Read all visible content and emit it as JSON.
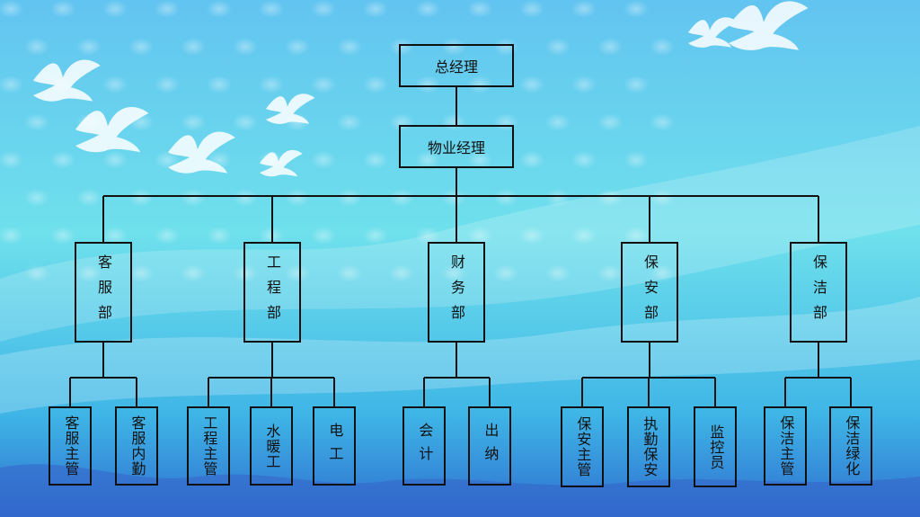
{
  "org_chart": {
    "top": "总经理",
    "second": "物业经理",
    "departments": [
      {
        "name": "客服部",
        "children": [
          "客服主管",
          "客服内勤"
        ]
      },
      {
        "name": "工程部",
        "children": [
          "工程主管",
          "水暖工",
          "电工"
        ]
      },
      {
        "name": "财务部",
        "children": [
          "会计",
          "出纳"
        ]
      },
      {
        "name": "保安部",
        "children": [
          "保安主管",
          "执勤保安",
          "监控员"
        ]
      },
      {
        "name": "保洁部",
        "children": [
          "保洁主管",
          "保洁绿化"
        ]
      }
    ]
  },
  "colors": {
    "sky_top": "#7ecff0",
    "sky_mid": "#45d6e6",
    "sky_bottom": "#3a6fd6",
    "line": "#111111"
  },
  "decoration": [
    "dove-icon",
    "dove-icon",
    "dove-icon",
    "dove-icon",
    "dove-icon",
    "dove-icon",
    "dove-icon"
  ]
}
